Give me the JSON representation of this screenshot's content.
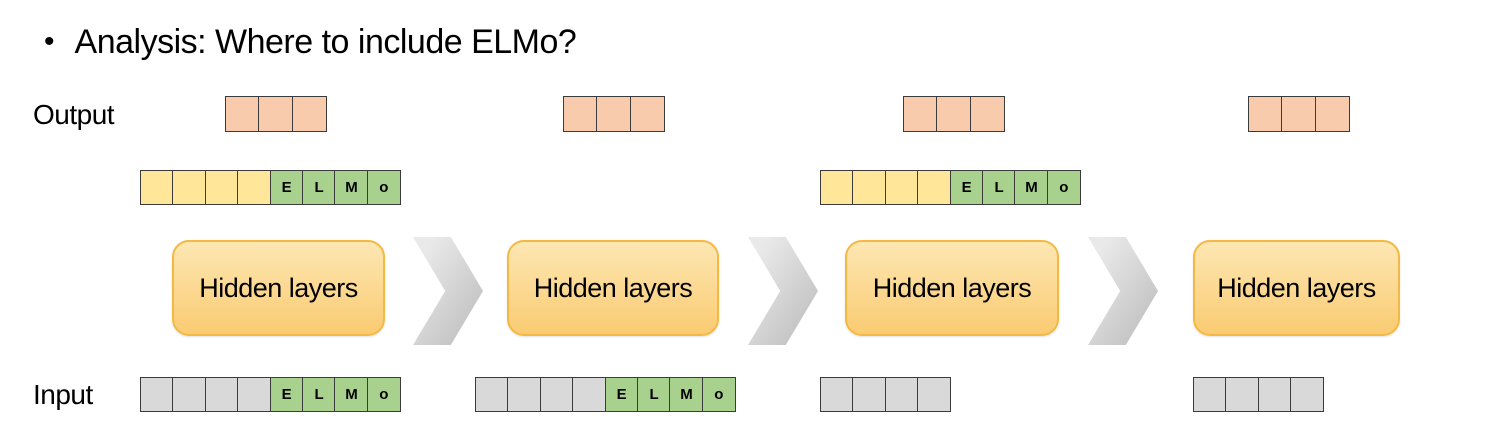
{
  "title": {
    "bullet": "•",
    "text": "Analysis: Where to include ELMo?"
  },
  "labels": {
    "output": "Output",
    "input": "Input"
  },
  "hidden_layers": {
    "label": "Hidden layers",
    "count": 4
  },
  "elmo_letters": [
    "E",
    "L",
    "M",
    "o"
  ],
  "diagram": {
    "output_blocks": [
      {
        "cells": 3
      },
      {
        "cells": 3
      },
      {
        "cells": 3
      },
      {
        "cells": 3
      }
    ],
    "embedding_blocks": [
      {
        "yellow_cells": 4,
        "elmo": true
      },
      {
        "yellow_cells": 4,
        "elmo": true
      }
    ],
    "chevron_count": 3,
    "input_blocks": [
      {
        "gray_cells": 4,
        "elmo": true
      },
      {
        "gray_cells": 4,
        "elmo": true
      },
      {
        "gray_cells": 4,
        "elmo": false
      },
      {
        "gray_cells": 4,
        "elmo": false
      }
    ]
  },
  "colors": {
    "background": "#FFFFFF",
    "output_cell": "#F8CBAD",
    "yellow_cell": "#FFE699",
    "green_cell": "#A9D18E",
    "gray_cell": "#D9D9D9",
    "cell_border": "#3B3B3B",
    "hidden_box_top": "#FDE7B3",
    "hidden_box_bottom": "#FACB72",
    "hidden_box_border": "#F4B942",
    "chevron_light": "#E9E9E9",
    "chevron_dark": "#C2C2C2",
    "text": "#000000"
  }
}
